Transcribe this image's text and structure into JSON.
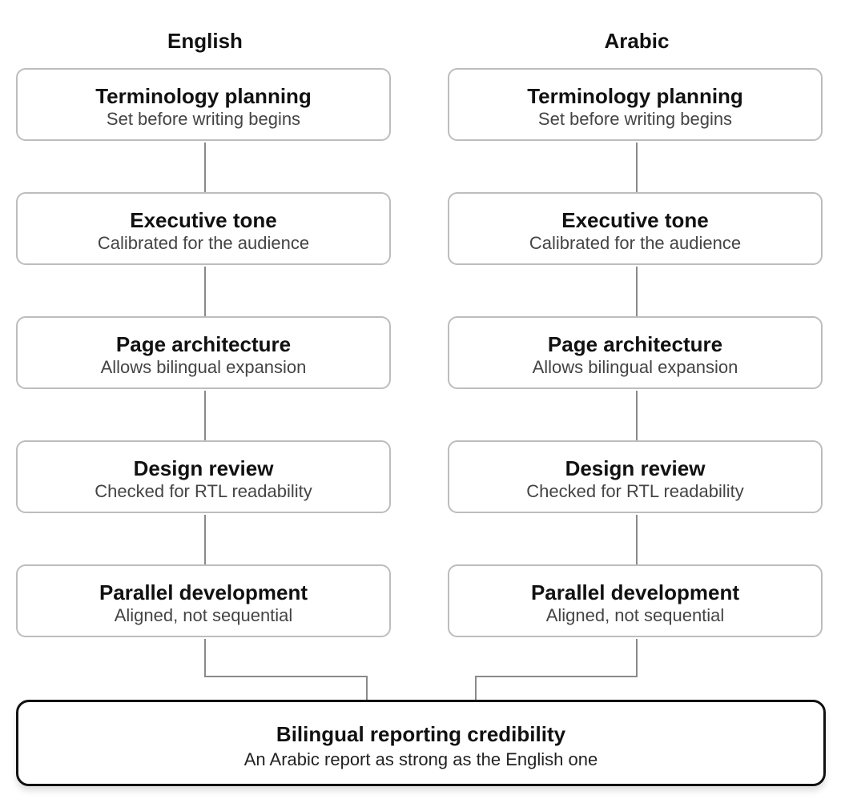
{
  "columns": [
    {
      "heading": "English",
      "steps": [
        {
          "title": "Terminology planning",
          "subtitle": "Set before writing begins"
        },
        {
          "title": "Executive tone",
          "subtitle": "Calibrated for the audience"
        },
        {
          "title": "Page architecture",
          "subtitle": "Allows bilingual expansion"
        },
        {
          "title": "Design review",
          "subtitle": "Checked for RTL readability"
        },
        {
          "title": "Parallel development",
          "subtitle": "Aligned, not sequential"
        }
      ]
    },
    {
      "heading": "Arabic",
      "steps": [
        {
          "title": "Terminology planning",
          "subtitle": "Set before writing begins"
        },
        {
          "title": "Executive tone",
          "subtitle": "Calibrated for the audience"
        },
        {
          "title": "Page architecture",
          "subtitle": "Allows bilingual expansion"
        },
        {
          "title": "Design review",
          "subtitle": "Checked for RTL readability"
        },
        {
          "title": "Parallel development",
          "subtitle": "Aligned, not sequential"
        }
      ]
    }
  ],
  "outcome": {
    "title": "Bilingual reporting credibility",
    "subtitle": "An Arabic report as strong as the English one"
  },
  "colors": {
    "step_border": "#bdbdbd",
    "outcome_border": "#111111",
    "connector": "#8a8a8a"
  }
}
